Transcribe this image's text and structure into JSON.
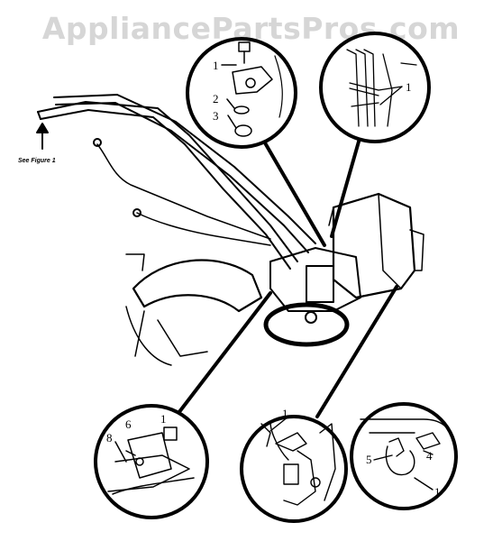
{
  "watermark": "AppliancePartsPros.com",
  "see_figure": "See Figure 1",
  "callouts": {
    "top_left": [
      "1",
      "2",
      "3"
    ],
    "top_right": [
      "1"
    ],
    "bottom_left": [
      "1",
      "6",
      "8"
    ],
    "bottom_middle": [
      "1"
    ],
    "bottom_right": [
      "4",
      "5",
      "1"
    ]
  }
}
